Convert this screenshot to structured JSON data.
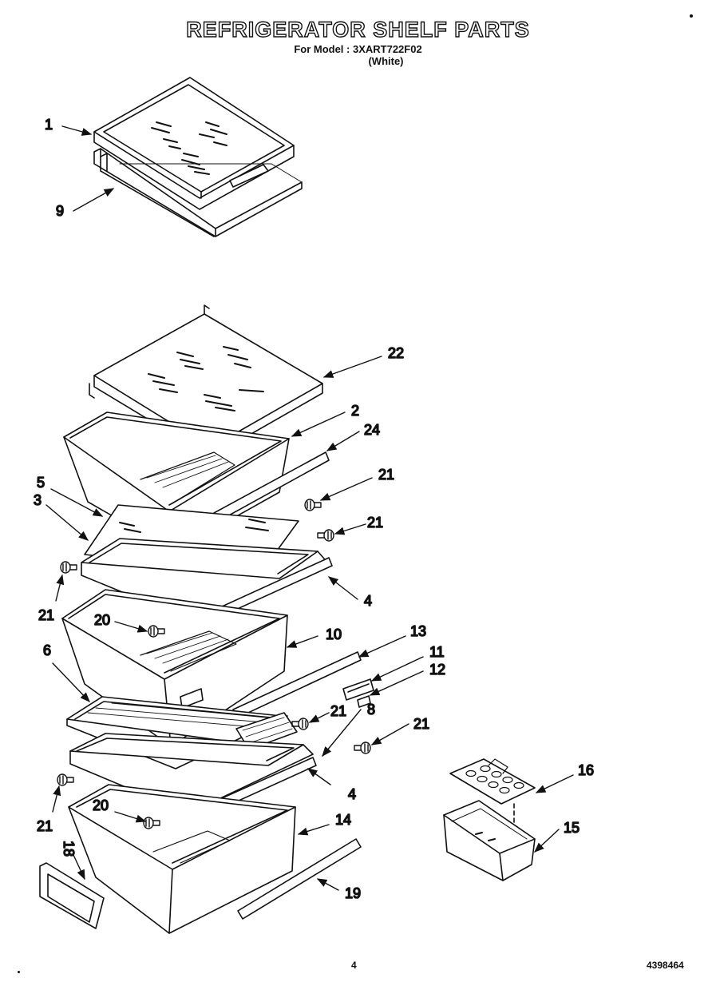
{
  "header": {
    "title": "REFRIGERATOR SHELF PARTS",
    "model_line": "For Model : 3XART722F02",
    "color_note": "(White)"
  },
  "callouts": [
    {
      "id": "c1",
      "label": "1"
    },
    {
      "id": "c9",
      "label": "9"
    },
    {
      "id": "c22",
      "label": "22"
    },
    {
      "id": "c2",
      "label": "2"
    },
    {
      "id": "c24",
      "label": "24"
    },
    {
      "id": "c21a",
      "label": "21"
    },
    {
      "id": "c5",
      "label": "5"
    },
    {
      "id": "c3",
      "label": "3"
    },
    {
      "id": "c21b",
      "label": "21"
    },
    {
      "id": "c21c",
      "label": "21"
    },
    {
      "id": "c4a",
      "label": "4"
    },
    {
      "id": "c20a",
      "label": "20"
    },
    {
      "id": "c10",
      "label": "10"
    },
    {
      "id": "c13",
      "label": "13"
    },
    {
      "id": "c6",
      "label": "6"
    },
    {
      "id": "c11",
      "label": "11"
    },
    {
      "id": "c12",
      "label": "12"
    },
    {
      "id": "c21d",
      "label": "21"
    },
    {
      "id": "c8",
      "label": "8"
    },
    {
      "id": "c21e",
      "label": "21"
    },
    {
      "id": "c16",
      "label": "16"
    },
    {
      "id": "c4b",
      "label": "4"
    },
    {
      "id": "c21f",
      "label": "21"
    },
    {
      "id": "c20b",
      "label": "20"
    },
    {
      "id": "c14",
      "label": "14"
    },
    {
      "id": "c15",
      "label": "15"
    },
    {
      "id": "c18",
      "label": "18"
    },
    {
      "id": "c19",
      "label": "19"
    }
  ],
  "footer": {
    "page_number": "4",
    "document_number": "4398464"
  }
}
